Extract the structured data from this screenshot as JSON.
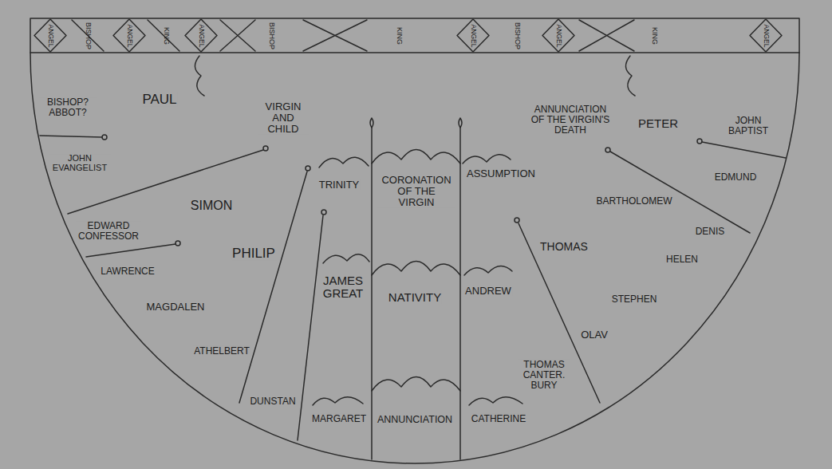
{
  "diagram": {
    "labels": [
      "ANGEL",
      "BISHOP",
      "ANGEL",
      "KING",
      "ANGEL",
      "BISHOP",
      "KING",
      "ANGEL",
      "BISHOP",
      "ANGEL",
      "KING",
      "ANGEL",
      "BISHOP? ABBOT?",
      "PAUL",
      "VIRGIN AND CHILD",
      "ANNUNCIATION OF THE VIRGIN'S DEATH",
      "PETER",
      "JOHN BAPTIST",
      "JOHN EVANGELIST",
      "TRINITY",
      "CORONATION OF THE VIRGIN",
      "ASSUMPTION",
      "EDMUND",
      "BARTHOLOMEW",
      "SIMON",
      "EDWARD CONFESSOR",
      "DENIS",
      "THOMAS",
      "PHILIP",
      "HELEN",
      "LAWRENCE",
      "JAMES GREAT",
      "NATIVITY",
      "ANDREW",
      "STEPHEN",
      "MAGDALEN",
      "OLAV",
      "ATHELBERT",
      "THOMAS CANTER. BURY",
      "DUNSTAN",
      "MARGARET",
      "ANNUNCIATION",
      "CATHERINE"
    ]
  }
}
